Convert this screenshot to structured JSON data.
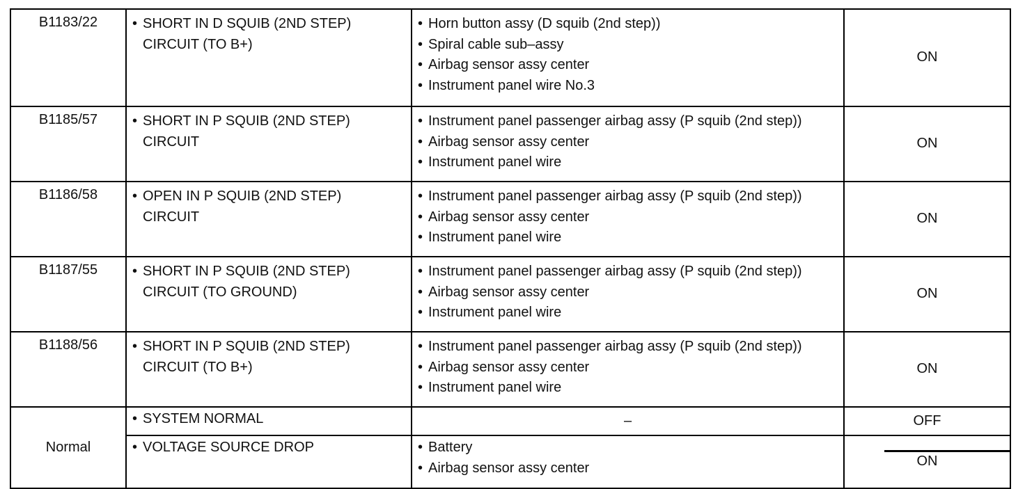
{
  "bullet": "•",
  "rows": [
    {
      "code": "B1183/22",
      "item": [
        "SHORT IN D SQUIB (2ND STEP)",
        "CIRCUIT (TO B+)"
      ],
      "areas": [
        "Horn button assy (D squib (2nd step))",
        "Spiral cable sub–assy",
        "Airbag sensor assy center",
        "Instrument panel wire No.3"
      ],
      "lamp": "ON"
    },
    {
      "code": "B1185/57",
      "item": [
        "SHORT IN P SQUIB (2ND STEP)",
        "CIRCUIT"
      ],
      "areas": [
        "Instrument panel passenger airbag assy (P squib (2nd step))",
        "Airbag sensor assy center",
        "Instrument panel wire"
      ],
      "lamp": "ON"
    },
    {
      "code": "B1186/58",
      "item": [
        "OPEN IN P SQUIB (2ND STEP)",
        "CIRCUIT"
      ],
      "areas": [
        "Instrument panel passenger airbag assy (P squib (2nd step))",
        "Airbag sensor assy center",
        "Instrument panel wire"
      ],
      "lamp": "ON"
    },
    {
      "code": "B1187/55",
      "item": [
        "SHORT IN P SQUIB (2ND STEP)",
        "CIRCUIT (TO GROUND)"
      ],
      "areas": [
        "Instrument panel passenger airbag assy (P squib (2nd step))",
        "Airbag sensor assy center",
        "Instrument panel wire"
      ],
      "lamp": "ON"
    },
    {
      "code": "B1188/56",
      "item": [
        "SHORT IN P SQUIB (2ND STEP)",
        "CIRCUIT (TO B+)"
      ],
      "areas": [
        "Instrument panel passenger airbag assy (P squib (2nd step))",
        "Airbag sensor assy center",
        "Instrument panel wire"
      ],
      "lamp": "ON"
    }
  ],
  "normal": {
    "code": "Normal",
    "rows": [
      {
        "item": [
          "SYSTEM NORMAL"
        ],
        "areas": [],
        "area_text": "–",
        "lamp": "OFF"
      },
      {
        "item": [
          "VOLTAGE SOURCE DROP"
        ],
        "areas": [
          "Battery",
          "Airbag sensor assy center"
        ],
        "lamp": "ON"
      }
    ]
  }
}
